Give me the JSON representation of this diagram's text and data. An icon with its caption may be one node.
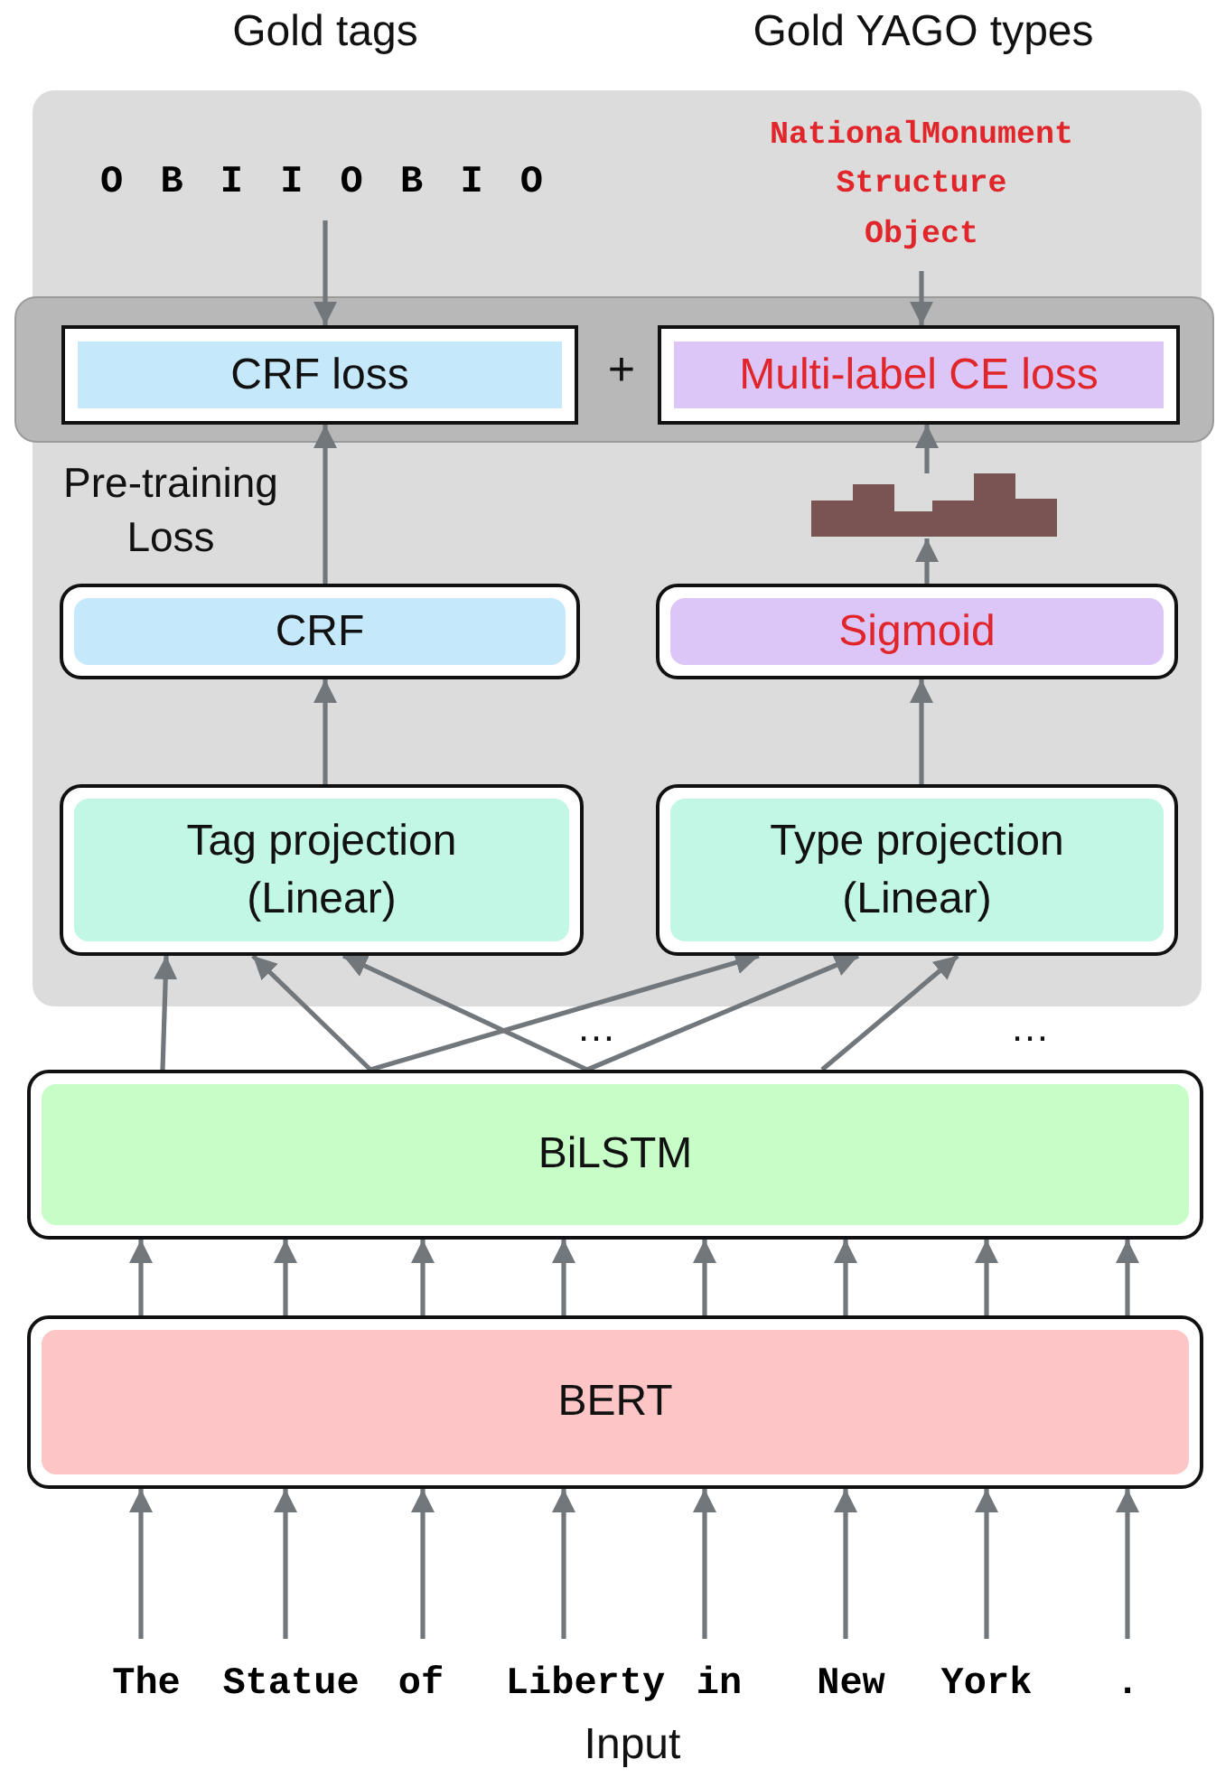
{
  "diagram": {
    "nodes": [
      {
        "text": [],
        "shape": "box"
      },
      {
        "text": [
          "O B I I O B I O"
        ],
        "in": 0
      },
      {
        "text": [
          "NationalMonument Structure Object"
        ],
        "in": 0
      },
      {
        "text": [
          "+"
        ],
        "in": 0,
        "beside": [
          "Pre-training Loss"
        ]
      },
      {
        "text": [
          "CRF loss"
        ],
        "in": 3
      },
      {
        "text": [
          "Multi-label CE loss"
        ],
        "in": 3
      },
      {
        "text": [],
        "shape": "picture",
        "in": 0
      },
      {
        "text": [
          "CRF"
        ],
        "in": 0
      },
      {
        "text": [
          "Sigmoid"
        ],
        "in": 0
      },
      {
        "text": [
          "Tag projection (Linear)"
        ],
        "in": 0
      },
      {
        "text": [
          "Type projection (Linear)"
        ],
        "in": 0
      },
      {
        "text": [
          "BiLSTM"
        ]
      },
      {
        "text": [
          "BERT"
        ]
      },
      {
        "text": [
          "The"
        ]
      },
      {
        "text": [
          "Statue"
        ]
      },
      {
        "text": [
          "of"
        ]
      },
      {
        "text": [
          "Liberty"
        ]
      },
      {
        "text": [
          "in"
        ]
      },
      {
        "text": [
          "New"
        ]
      },
      {
        "text": [
          "York"
        ]
      },
      {
        "text": [
          "."
        ]
      }
    ],
    "edges": [
      {
        "from": 1,
        "to": 4,
        "arrow": "to"
      },
      {
        "from": 2,
        "to": 5,
        "arrow": "to"
      },
      {
        "from": 7,
        "to": 4,
        "arrow": "to"
      },
      {
        "from": 6,
        "to": 5,
        "arrow": "to"
      },
      {
        "from": 8,
        "to": 6,
        "arrow": "to"
      },
      {
        "from": 9,
        "to": 7,
        "arrow": "to"
      },
      {
        "from": 10,
        "to": 8,
        "arrow": "to"
      },
      {
        "from": 11,
        "to": 9,
        "arrow": "to"
      },
      {
        "from": 11,
        "to": 9,
        "arrow": "to"
      },
      {
        "from": 11,
        "to": 9,
        "arrow": "to"
      },
      {
        "from": 11,
        "to": 10,
        "arrow": "to"
      },
      {
        "from": 11,
        "to": 10,
        "arrow": "to"
      },
      {
        "from": 11,
        "to": 10,
        "arrow": "to"
      },
      {
        "from": 12,
        "to": 11,
        "arrow": "to"
      },
      {
        "from": 12,
        "to": 11,
        "arrow": "to"
      },
      {
        "from": 12,
        "to": 11,
        "arrow": "to"
      },
      {
        "from": 12,
        "to": 11,
        "arrow": "to"
      },
      {
        "from": 12,
        "to": 11,
        "arrow": "to"
      },
      {
        "from": 12,
        "to": 11,
        "arrow": "to"
      },
      {
        "from": 12,
        "to": 11,
        "arrow": "to"
      },
      {
        "from": 12,
        "to": 11,
        "arrow": "to"
      },
      {
        "from": 13,
        "to": 12,
        "arrow": "to"
      },
      {
        "from": 14,
        "to": 12,
        "arrow": "to"
      },
      {
        "from": 15,
        "to": 12,
        "arrow": "to"
      },
      {
        "from": 16,
        "to": 12,
        "arrow": "to"
      },
      {
        "from": 17,
        "to": 12,
        "arrow": "to"
      },
      {
        "from": 18,
        "to": 12,
        "arrow": "to"
      },
      {
        "from": 19,
        "to": 12,
        "arrow": "to"
      },
      {
        "from": 20,
        "to": 12,
        "arrow": "to"
      }
    ],
    "labels": [
      "Gold tags",
      "Gold YAGO types",
      "…",
      "…",
      "Input"
    ]
  }
}
